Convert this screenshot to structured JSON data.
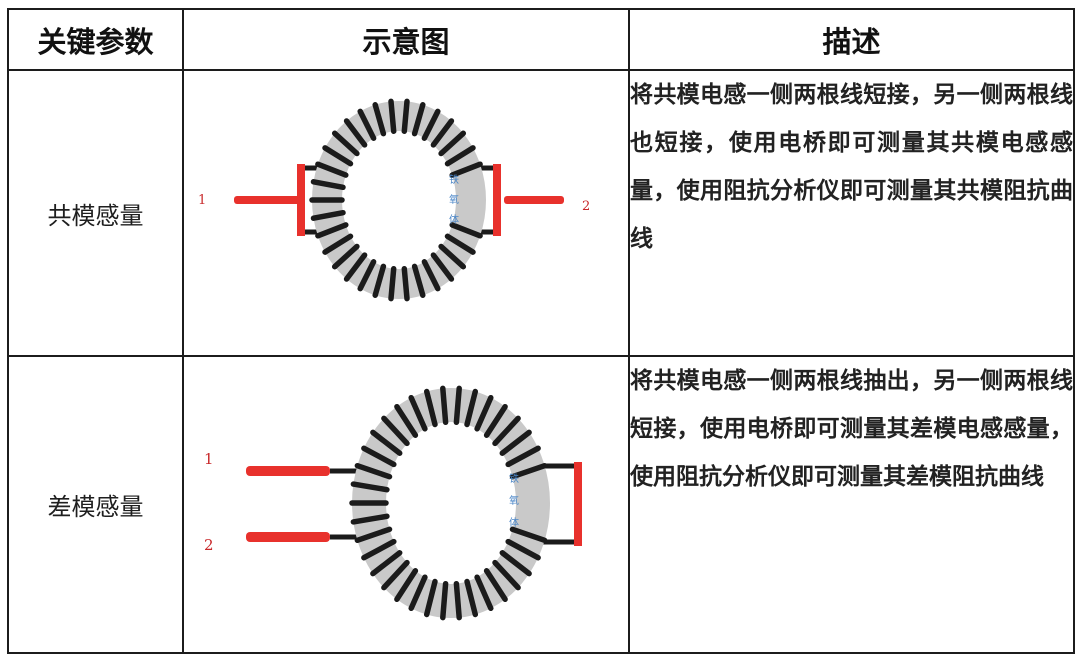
{
  "table": {
    "headers": {
      "param": "关键参数",
      "diagram": "示意图",
      "description": "描述"
    },
    "rows": [
      {
        "param": "共模感量",
        "diagram": {
          "pin_left": "1",
          "pin_right": "2",
          "core_text": [
            "铁",
            "氧",
            "体"
          ]
        },
        "description": "将共模电感一侧两根线短接，另一侧两根线也短接，使用电桥即可测量其共模电感感量，使用阻抗分析仪即可测量其共模阻抗曲线"
      },
      {
        "param": "差模感量",
        "diagram": {
          "pin_top": "1",
          "pin_bottom": "2",
          "core_text": [
            "铁",
            "氧",
            "体"
          ]
        },
        "description": "将共模电感一侧两根线抽出，另一侧两根线短接，使用电桥即可测量其差模电感感量，使用阻抗分析仪即可测量其差模阻抗曲线"
      }
    ]
  },
  "colors": {
    "lead": "#e8312c",
    "pin_label": "#c8282a",
    "winding": "#1b1b1b",
    "core": "#c9c9c9",
    "core_text": "#4a86c8",
    "border": "#1c1c1c"
  }
}
